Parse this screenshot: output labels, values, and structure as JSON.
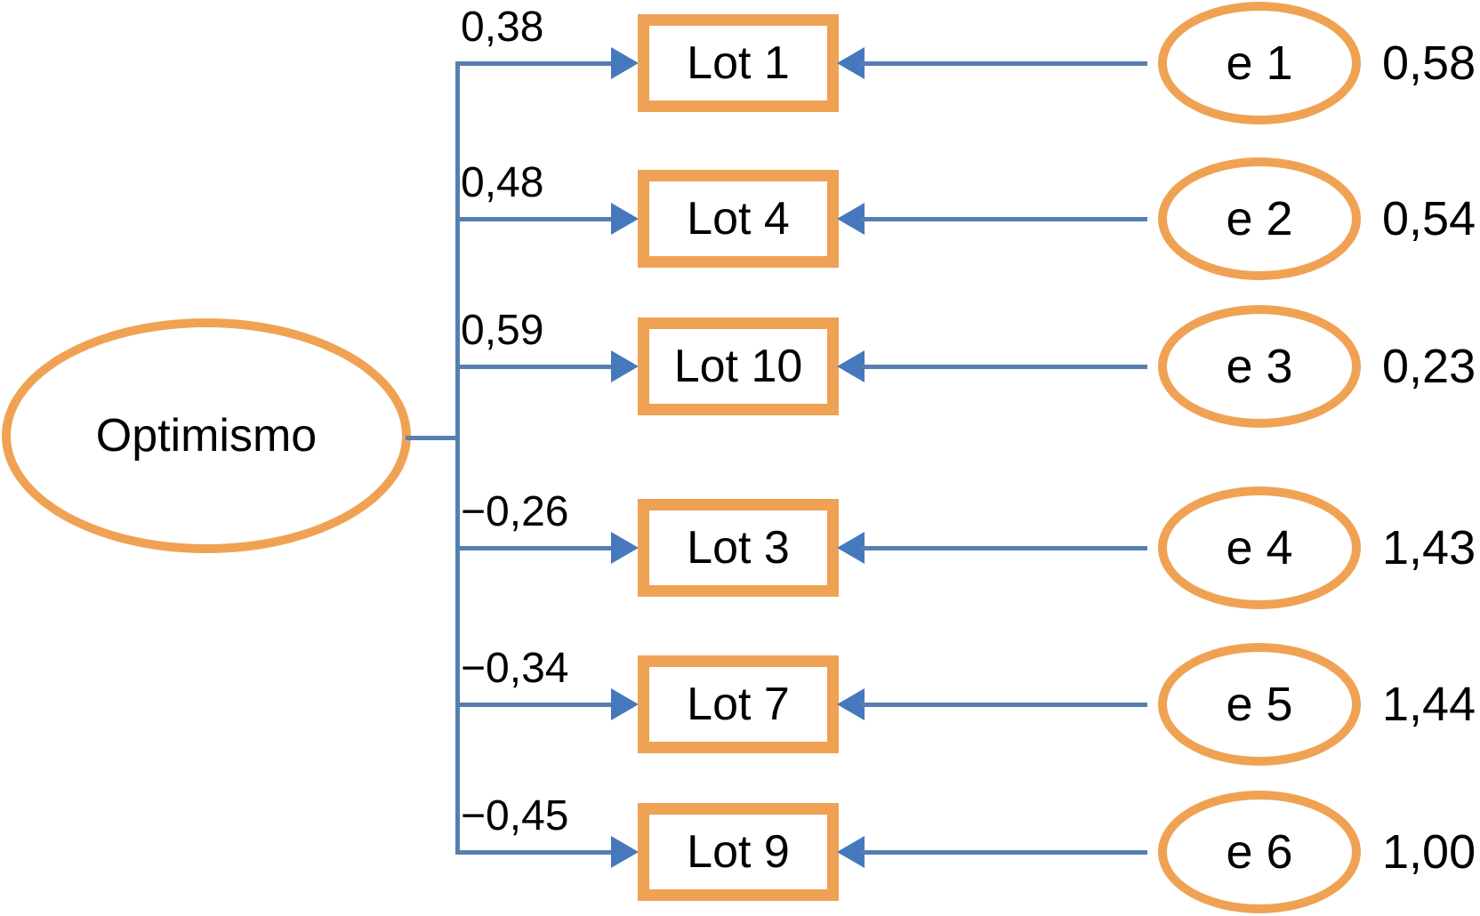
{
  "figure": {
    "latent": {
      "label": "Optimismo"
    },
    "rows": [
      {
        "loading": "0,38",
        "indicator": "Lot 1",
        "error_label": "e 1",
        "error_value": "0,58"
      },
      {
        "loading": "0,48",
        "indicator": "Lot 4",
        "error_label": "e 2",
        "error_value": "0,54"
      },
      {
        "loading": "0,59",
        "indicator": "Lot 10",
        "error_label": "e 3",
        "error_value": "0,23"
      },
      {
        "loading": "−0,26",
        "indicator": "Lot 3",
        "error_label": "e 4",
        "error_value": "1,43"
      },
      {
        "loading": "−0,34",
        "indicator": "Lot 7",
        "error_label": "e 5",
        "error_value": "1,44"
      },
      {
        "loading": "−0,45",
        "indicator": "Lot 9",
        "error_label": "e 6",
        "error_value": "1,00"
      }
    ],
    "colors": {
      "shape_stroke": "#F0A254",
      "line_blue": "#567FB0",
      "arrow_blue": "#4678BE",
      "text": "#000000",
      "background": "#FFFFFF"
    }
  }
}
